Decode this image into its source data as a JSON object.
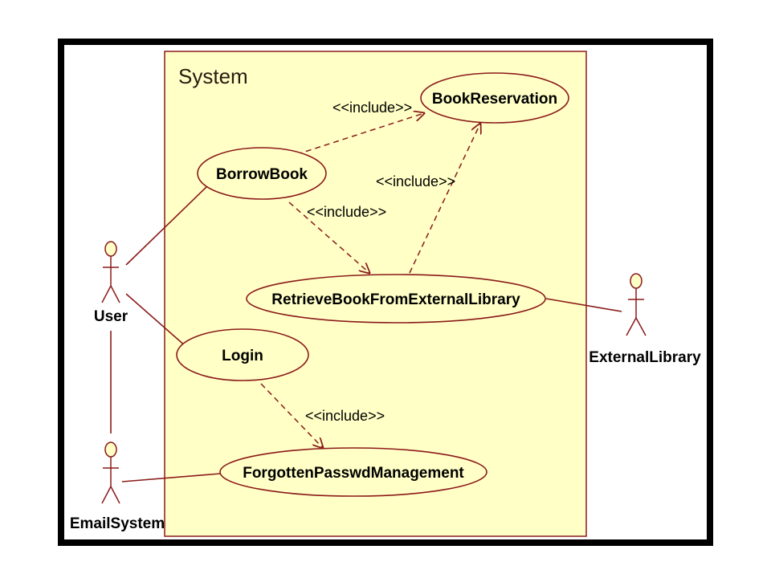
{
  "system": {
    "title": "System"
  },
  "use_cases": {
    "book_reservation": "BookReservation",
    "borrow_book": "BorrowBook",
    "retrieve_external": "RetrieveBookFromExternalLibrary",
    "login": "Login",
    "forgotten_passwd": "ForgottenPasswdManagement"
  },
  "actors": {
    "user": "User",
    "external_library": "ExternalLibrary",
    "email_system": "EmailSystem"
  },
  "relations": {
    "include_label": "<<include>>"
  },
  "colors": {
    "system_fill": "#ffffc6",
    "line": "#8b1a1a",
    "frame": "#000000"
  }
}
